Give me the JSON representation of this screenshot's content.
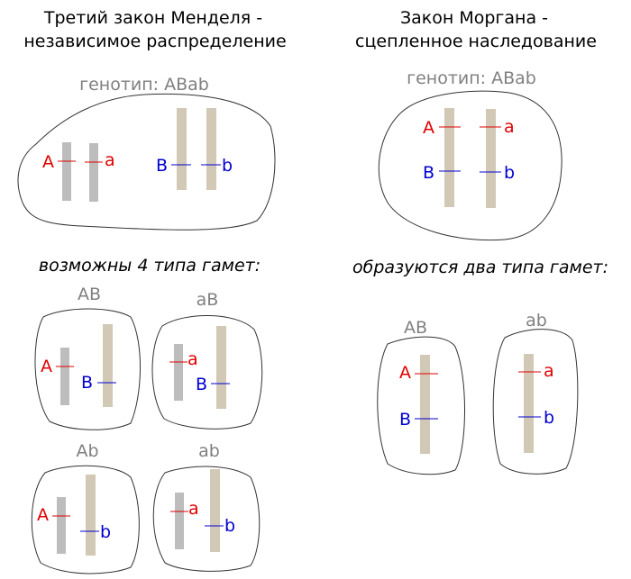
{
  "left": {
    "title_line1": "Третий закон Менделя -",
    "title_line2": "независимое распределение",
    "genotype": "генотип: ABab",
    "subtitle": "возможны 4 типа гамет:",
    "gametes": [
      "AB",
      "aB",
      "Ab",
      "ab"
    ]
  },
  "right": {
    "title_line1": "Закон Моргана -",
    "title_line2": "сцепленное наследование",
    "genotype": "генотип: ABab",
    "subtitle": "образуются два типа гамет:",
    "gametes": [
      "AB",
      "ab"
    ]
  },
  "alleles": {
    "A": "A",
    "a": "a",
    "B": "B",
    "b": "b"
  },
  "colors": {
    "dominant_a": "#e00000",
    "dominant_b": "#0000d0",
    "chromosome_gray": "#bdbdbd",
    "chromosome_tan": "#d2c8b6",
    "label_gray": "#808080",
    "outline": "#333333"
  }
}
